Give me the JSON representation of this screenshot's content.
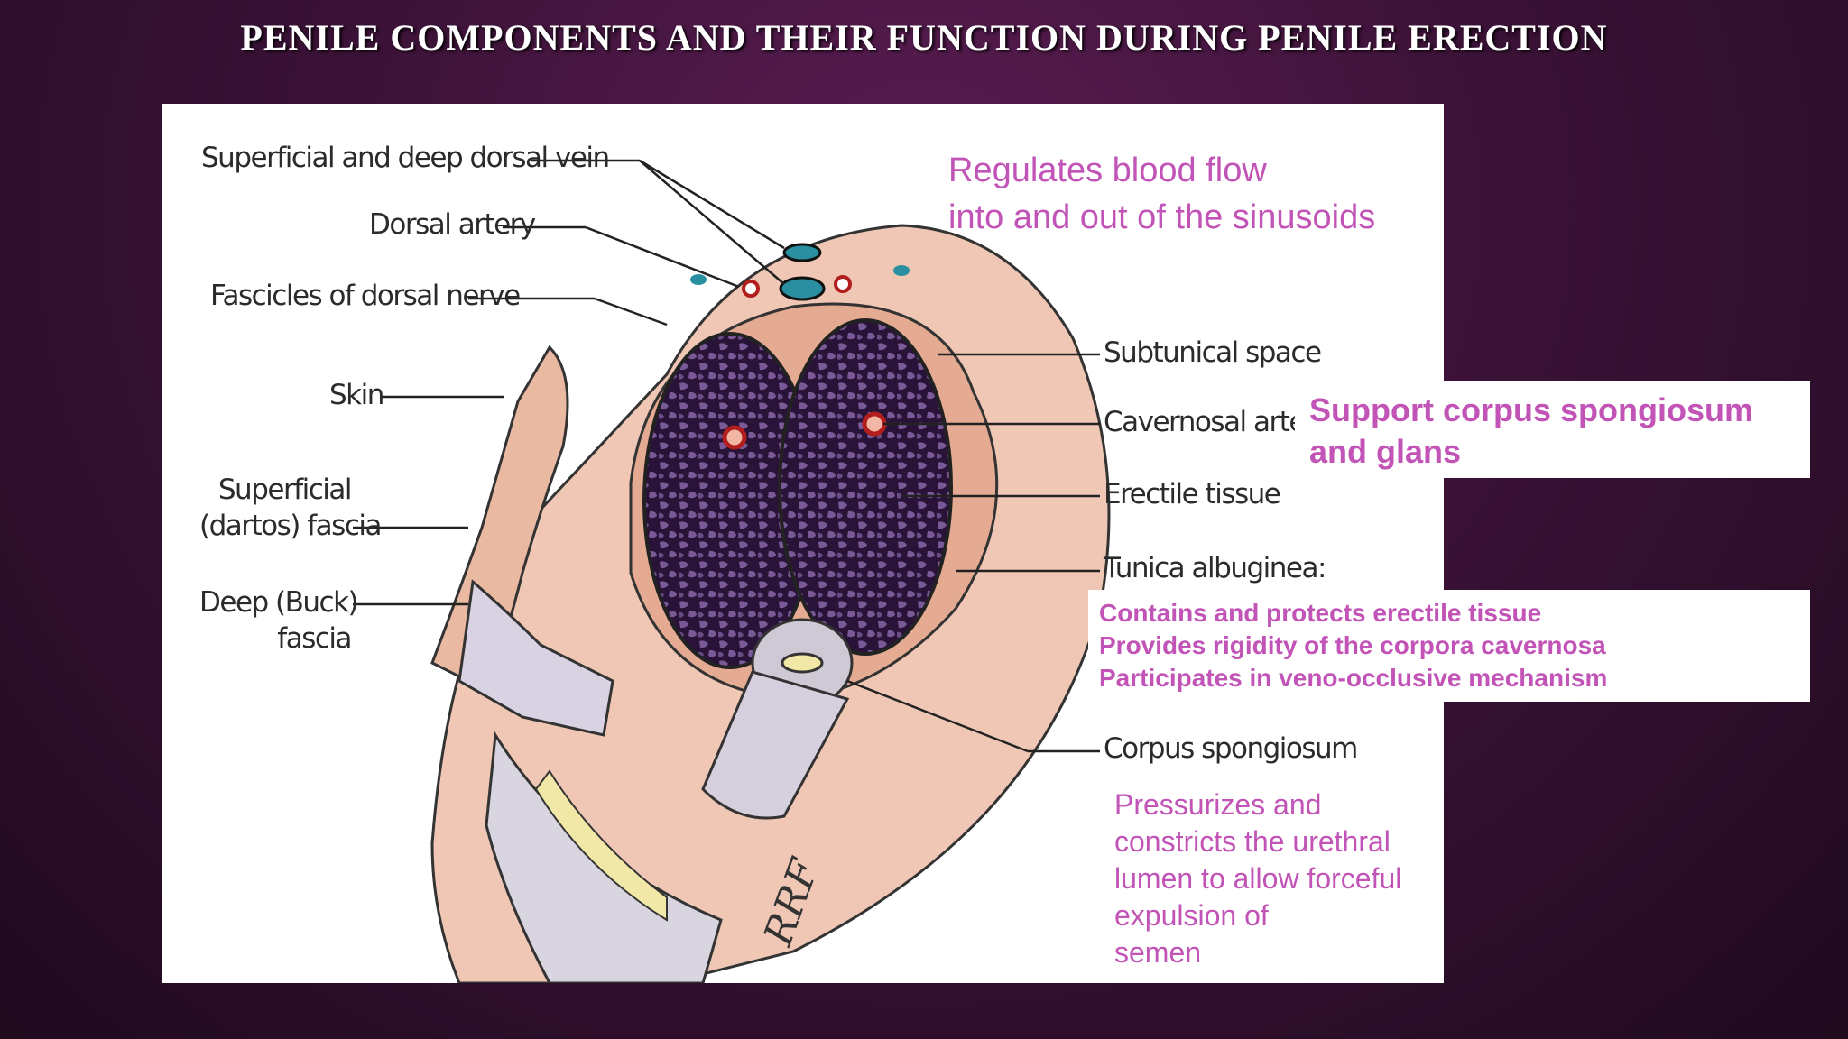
{
  "slide": {
    "title": "PENILE COMPONENTS AND THEIR FUNCTION DURING PENILE ERECTION"
  },
  "labels": {
    "superficial_deep_dorsal_vein": "Superficial and deep dorsal vein",
    "dorsal_artery": "Dorsal artery",
    "fascicles_dorsal_nerve": "Fascicles of dorsal nerve",
    "skin": "Skin",
    "superficial_fascia_line1": "Superficial",
    "superficial_fascia_line2": "(dartos) fascia",
    "deep_fascia_line1": "Deep (Buck)",
    "deep_fascia_line2": "fascia",
    "subtunical_space": "Subtunical space",
    "cavernosal_artery": "Cavernosal artery",
    "erectile_tissue": "Erectile tissue",
    "tunica_albuginea": "Tunica albuginea:",
    "corpus_spongiosum": "Corpus spongiosum",
    "signature": "RRF"
  },
  "callouts": {
    "veins": [
      "Regulates blood flow",
      "into and out of the sinusoids"
    ],
    "support": [
      "Support corpus spongiosum",
      "and glans"
    ],
    "tunica": [
      "Contains and protects erectile tissue",
      "Provides rigidity of the corpora cavernosa",
      "Participates in veno-occlusive mechanism"
    ],
    "spongiosum": [
      "Pressurizes and",
      "constricts the urethral",
      "lumen to allow forceful",
      "expulsion of",
      "semen"
    ]
  },
  "colors": {
    "callout_text": "#c154b6",
    "background": "#3b1237",
    "erectile_tissue": "#3a1f4a",
    "skin": "#e8b8a4"
  }
}
